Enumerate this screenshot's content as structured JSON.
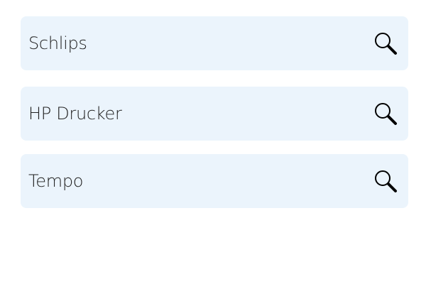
{
  "fields": [
    {
      "value": "Schlips",
      "icon": "search-icon"
    },
    {
      "value": "HP Drucker",
      "icon": "search-icon"
    },
    {
      "value": "Tempo",
      "icon": "search-icon"
    }
  ]
}
